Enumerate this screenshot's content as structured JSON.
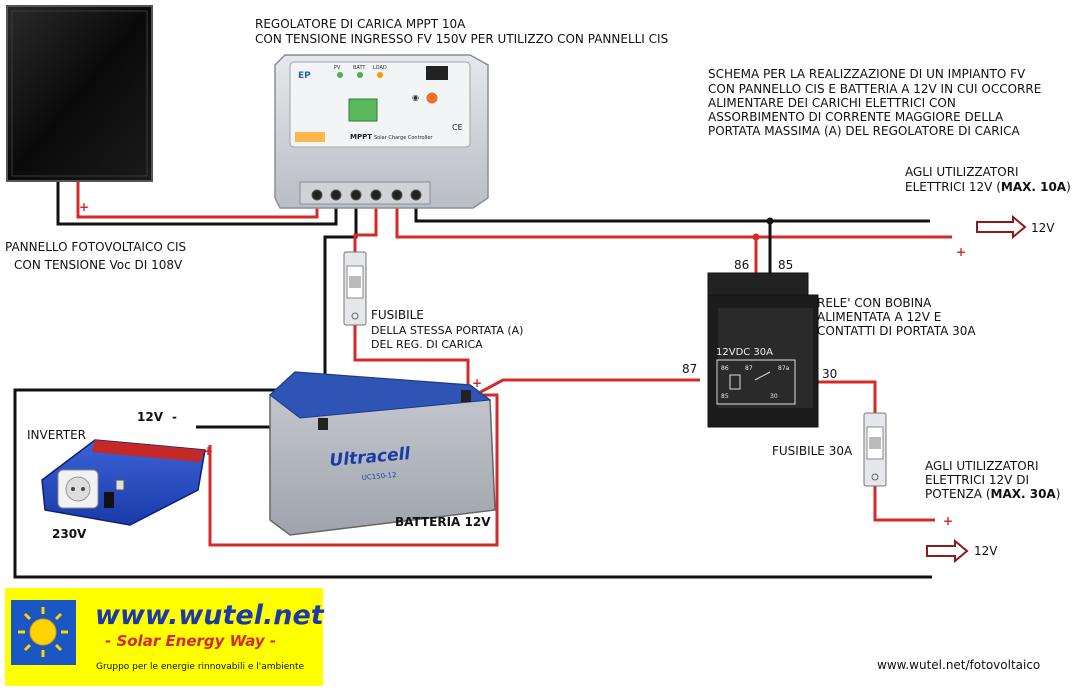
{
  "regulator": {
    "title_line1": "REGOLATORE DI CARICA MPPT 10A",
    "title_line2": "CON TENSIONE INGRESSO FV 150V PER UTILIZZO CON PANNELLI CIS",
    "brand_text": "MPPT",
    "model_text": "Solar Charge Controller",
    "led_labels": [
      "PV",
      "BATT",
      "LOAD"
    ]
  },
  "scheme_description": [
    "SCHEMA PER LA REALIZZAZIONE DI UN IMPIANTO FV",
    "CON PANNELLO CIS E BATTERIA A 12V IN CUI OCCORRE",
    "ALIMENTARE DEI CARICHI ELETTRICI CON",
    "ASSORBIMENTO DI CORRENTE MAGGIORE DELLA",
    "PORTATA MASSIMA (A) DEL REGOLATORE DI CARICA"
  ],
  "panel": {
    "label_line1": "PANNELLO FOTOVOLTAICO CIS",
    "label_line2": "CON TENSIONE Voc DI 108V"
  },
  "loads_10a": {
    "line1": "AGLI UTILIZZATORI",
    "line2_prefix": "ELETTRICI 12V (",
    "line2_bold": "MAX. 10A",
    "line2_suffix": ")",
    "voltage": "12V"
  },
  "relay": {
    "label_line1": "RELE' CON BOBINA",
    "label_line2": "ALIMENTATA A 12V E",
    "label_line3": "CONTATTI DI PORTATA 30A",
    "body_text": "12VDC 30A",
    "pin_86": "86",
    "pin_85": "85",
    "pin_87": "87",
    "pin_30": "30",
    "inner_pins": [
      "86",
      "87",
      "87a",
      "85",
      "30"
    ]
  },
  "fuse_regulator": {
    "line1": "FUSIBILE",
    "line2": "DELLA STESSA PORTATA (A)",
    "line3": "DEL REG. DI CARICA"
  },
  "fuse_30a": {
    "label": "FUSIBILE 30A"
  },
  "loads_30a": {
    "line1": "AGLI UTILIZZATORI",
    "line2": "ELETTRICI 12V DI",
    "line3_prefix": "POTENZA (",
    "line3_bold": "MAX. 30A",
    "line3_suffix": ")",
    "voltage": "12V"
  },
  "inverter": {
    "label": "INVERTER",
    "input_voltage": "12V",
    "output_voltage": "230V"
  },
  "battery": {
    "brand": "Ultracell",
    "model": "UC150-12",
    "label": "BATTERIA 12V"
  },
  "polarity": {
    "plus": "+",
    "minus": "-"
  },
  "logo": {
    "url_text": "www.wutel.net",
    "tagline": "- Solar Energy Way -",
    "subtitle": "Gruppo per le energie rinnovabili e l'ambiente"
  },
  "footer_url": "www.wutel.net/fotovoltaico",
  "colors": {
    "positive_wire": "#d42a2a",
    "negative_wire": "#111111",
    "logo_background": "#ffff00",
    "logo_text": "#1a3aa8"
  }
}
